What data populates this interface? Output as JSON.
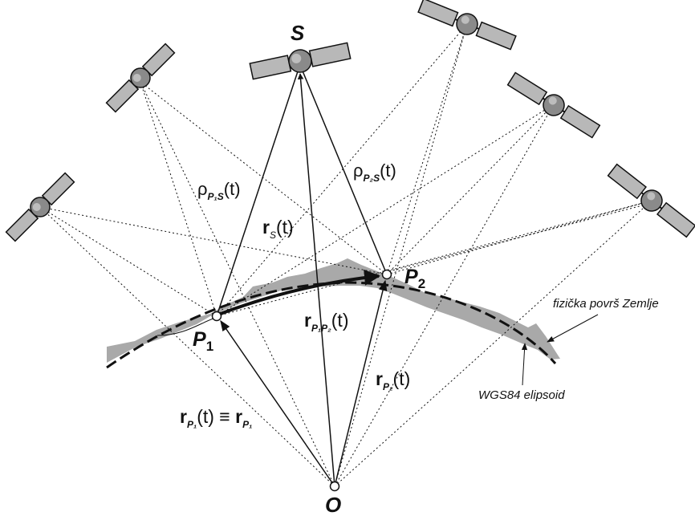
{
  "labels": {
    "S": "S",
    "O": "O",
    "P1_main": "P",
    "P1_sub": "1",
    "P2_main": "P",
    "P2_sub": "2",
    "rho_P1S": {
      "sym": "ρ",
      "sub": "P₁S",
      "arg": "(t)"
    },
    "rho_P2S": {
      "sym": "ρ",
      "sub": "P₂S",
      "arg": "(t)"
    },
    "rS": {
      "sym": "r",
      "sub": "S",
      "arg": "(t)"
    },
    "rP1P2": {
      "sym": "r",
      "sub": "P₁P₂",
      "arg": "(t)"
    },
    "rP2": {
      "sym": "r",
      "sub": "P₂",
      "arg": "(t)"
    },
    "rP1": {
      "sym": "r",
      "sub": "P₁",
      "arg": "(t)",
      "equiv": " ≡ ",
      "sym2": "r",
      "sub2": "P₁"
    }
  },
  "annotations": {
    "surface": "fizička površ Zemlje",
    "ellipsoid": "WGS84 elipsoid"
  },
  "colors": {
    "ink": "#111111",
    "terrain": "#a9a9a9",
    "panel": "#b8b8b8",
    "satellite_body": "#8a8a8a"
  }
}
